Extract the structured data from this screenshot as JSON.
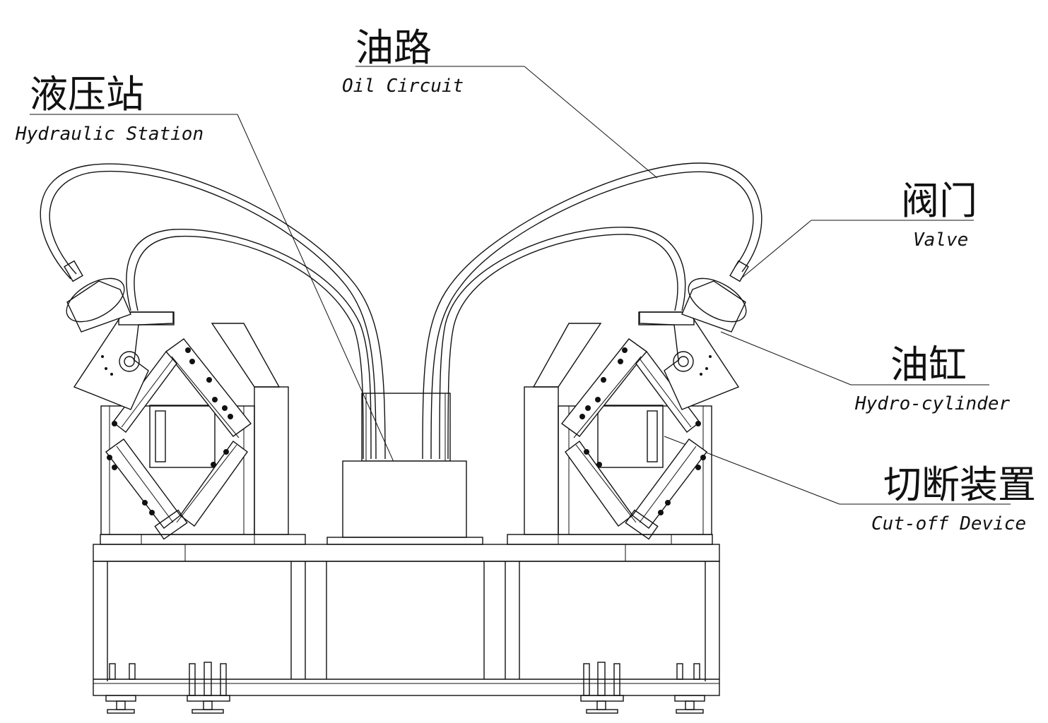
{
  "labels": {
    "oil_circuit": {
      "cn": "油路",
      "en": "Oil Circuit"
    },
    "hydraulic_station": {
      "cn": "液压站",
      "en": "Hydraulic Station"
    },
    "valve": {
      "cn": "阀门",
      "en": "Valve"
    },
    "hydro_cylinder": {
      "cn": "油缸",
      "en": "Hydro-cylinder"
    },
    "cutoff_device": {
      "cn": "切断装置",
      "en": "Cut-off Device"
    }
  },
  "colors": {
    "line": "#111111",
    "background": "#ffffff"
  }
}
